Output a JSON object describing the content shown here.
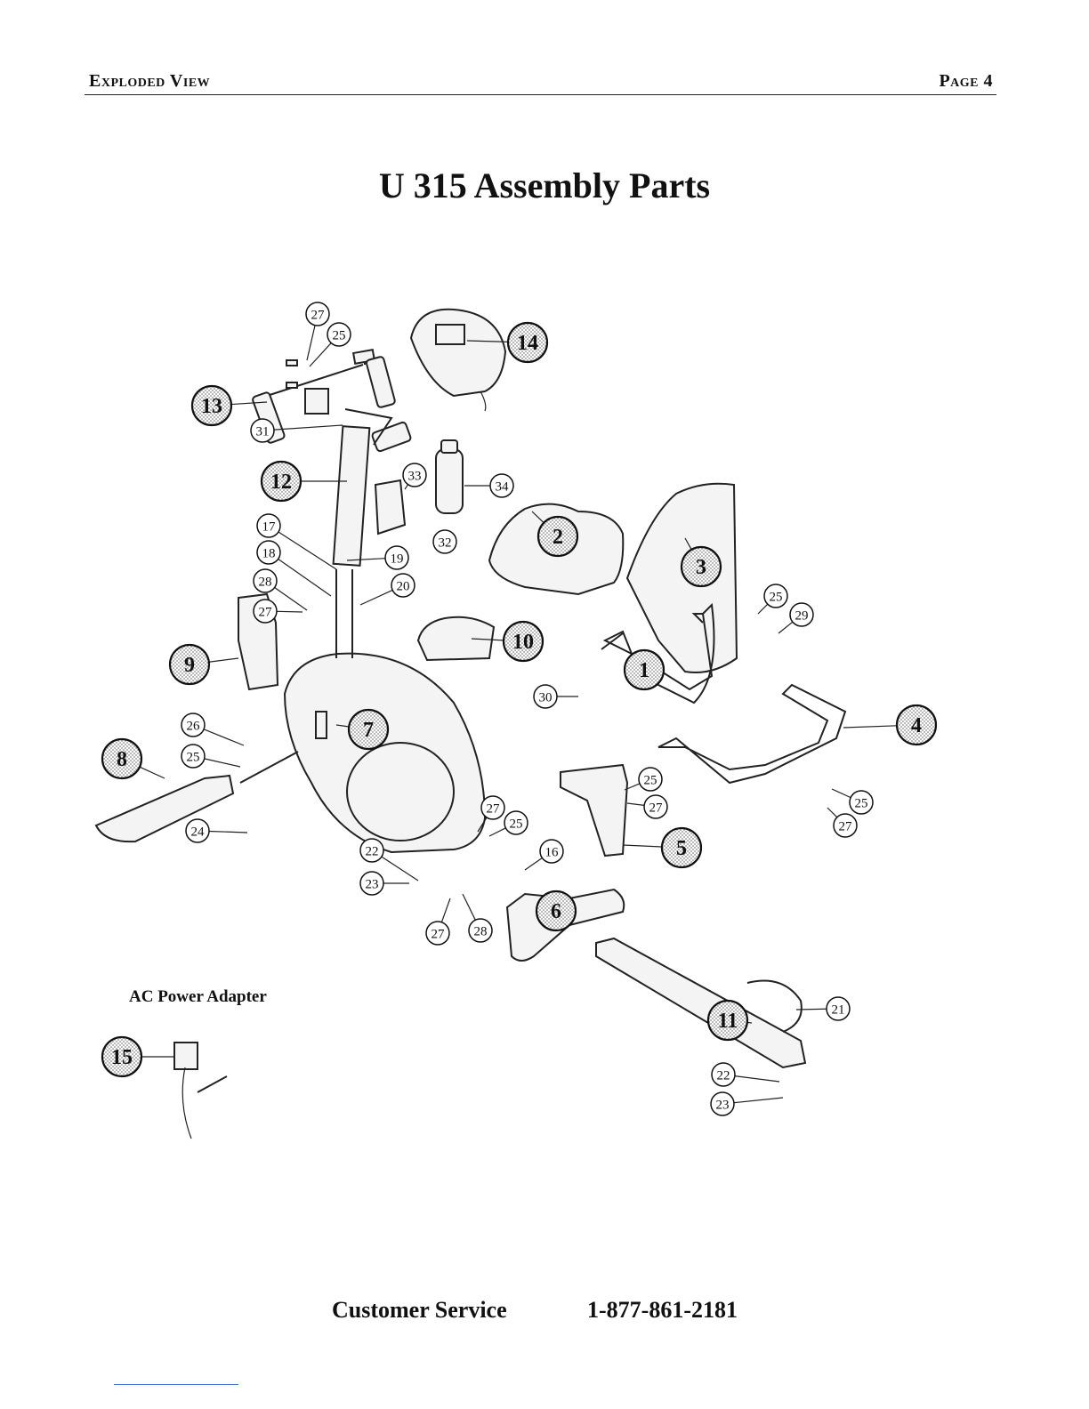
{
  "header": {
    "section": "Exploded View",
    "page": "Page 4"
  },
  "title": "U 315 Assembly Parts",
  "ac_adapter_label": "AC Power Adapter",
  "footer": {
    "label": "Customer Service",
    "phone": "1-877-861-2181"
  },
  "callouts": {
    "major": [
      "14",
      "13",
      "12",
      "2",
      "3",
      "10",
      "9",
      "1",
      "7",
      "8",
      "4",
      "5",
      "6",
      "11",
      "15"
    ],
    "minor": [
      "27",
      "25",
      "31",
      "33",
      "34",
      "17",
      "32",
      "18",
      "19",
      "28",
      "20",
      "27",
      "29",
      "25",
      "30",
      "26",
      "25",
      "24",
      "25",
      "27",
      "25",
      "27",
      "27",
      "25",
      "22",
      "16",
      "23",
      "27",
      "28",
      "21",
      "22",
      "23"
    ]
  }
}
